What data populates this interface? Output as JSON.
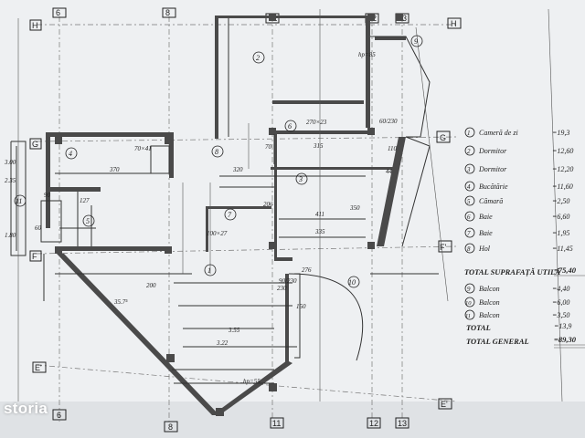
{
  "watermark": "storia",
  "axes": {
    "top": [
      "6",
      "8",
      "11",
      "12",
      "13"
    ],
    "bottom": [
      "6",
      "8",
      "11",
      "12",
      "13"
    ],
    "left": [
      "H",
      "G",
      "F",
      "E'"
    ],
    "right": [
      "H",
      "G",
      "F'",
      "E'"
    ]
  },
  "rooms": [
    "1",
    "2",
    "3",
    "4",
    "5",
    "6",
    "7",
    "8",
    "9",
    "10",
    "11"
  ],
  "dimensions": [
    "200",
    "315",
    "320",
    "370",
    "411",
    "335",
    "276",
    "35.7⁵",
    "3.55",
    "3.22",
    "150",
    "127",
    "90",
    "60",
    "230",
    "206",
    "110",
    "350",
    "3.00",
    "2.35",
    "1.80",
    "70",
    "44"
  ],
  "openings": [
    "70×41",
    "100×27",
    "hp=55",
    "hp=85",
    "90/230",
    "60/230",
    "270×23"
  ],
  "legend": {
    "rooms": [
      {
        "num": "1",
        "name": "Cameră de zi",
        "area": "=19,3"
      },
      {
        "num": "2",
        "name": "Dormitor",
        "area": "=12,60"
      },
      {
        "num": "3",
        "name": "Dormitor",
        "area": "=12,20"
      },
      {
        "num": "4",
        "name": "Bucătărie",
        "area": "=11,60"
      },
      {
        "num": "5",
        "name": "Cămară",
        "area": "=2,50"
      },
      {
        "num": "6",
        "name": "Baie",
        "area": "=6,60"
      },
      {
        "num": "7",
        "name": "Baie",
        "area": "=1,95"
      },
      {
        "num": "8",
        "name": "Hol",
        "area": "=11,45"
      }
    ],
    "total_util": {
      "label": "TOTAL SUPRAFAȚĂ UTILĂ",
      "value": "=75,40"
    },
    "balconies": [
      {
        "num": "9",
        "name": "Balcon",
        "area": "=4,40"
      },
      {
        "num": "10",
        "name": "Balcon",
        "area": "=6,00"
      },
      {
        "num": "11",
        "name": "Balcon",
        "area": "=3,50"
      }
    ],
    "total": {
      "label": "TOTAL",
      "value": "=13,9"
    },
    "total_general": {
      "label": "TOTAL GENERAL",
      "value": "=89,30"
    }
  }
}
